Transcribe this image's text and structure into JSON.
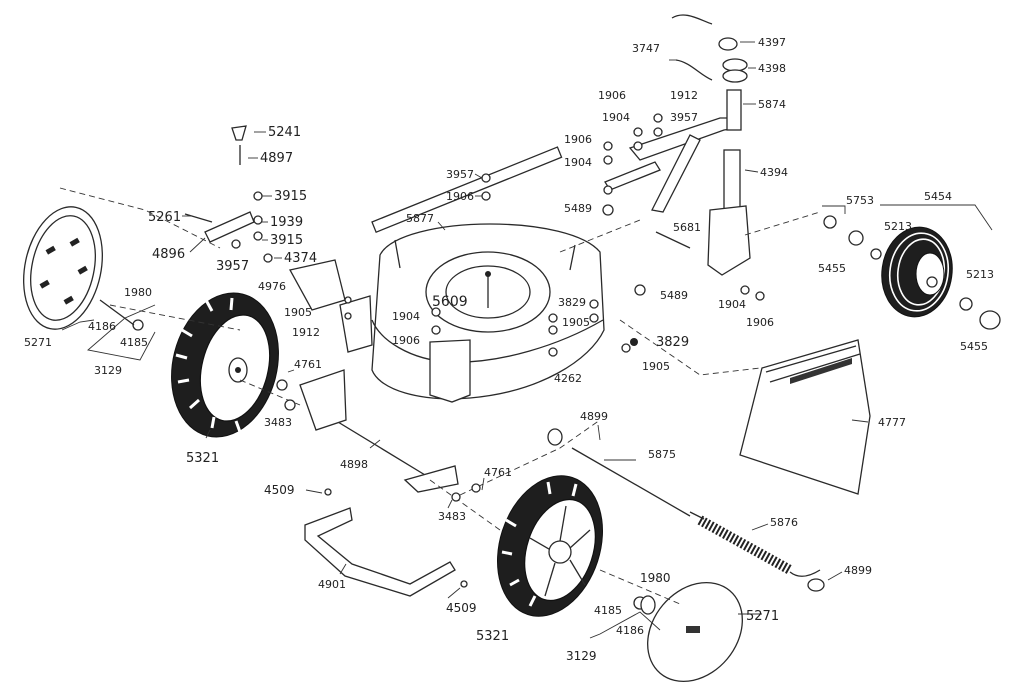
{
  "diagram": {
    "labels": {
      "l4397": "4397",
      "l3747": "3747",
      "l4398": "4398",
      "l5874": "5874",
      "l1906a": "1906",
      "l1912a": "1912",
      "l1904a": "1904",
      "l3957a": "3957",
      "l1906b": "1906",
      "l1904b": "1904",
      "l4394": "4394",
      "l5489a": "5489",
      "l5681": "5681",
      "l5489b": "5489",
      "l1904c": "1904",
      "l1906c": "1906",
      "l5241": "5241",
      "l4897": "4897",
      "l3915a": "3915",
      "l5261": "5261",
      "l1939": "1939",
      "l3915b": "3915",
      "l4896": "4896",
      "l3957b": "3957",
      "l4374": "4374",
      "l3957c": "3957",
      "l1906d": "1906",
      "l5877": "5877",
      "l5609": "5609",
      "l4976": "4976",
      "l1905a": "1905",
      "l1912b": "1912",
      "l1904d": "1904",
      "l1906e": "1906",
      "l3829a": "3829",
      "l1905b": "1905",
      "l3829b": "3829",
      "l4262": "4262",
      "l1905c": "1905",
      "l1980a": "1980",
      "l4186a": "4186",
      "l4185a": "4185",
      "l5271a": "5271",
      "l3129a": "3129",
      "l4761a": "4761",
      "l3483a": "3483",
      "l5321a": "5321",
      "l4898": "4898",
      "l4899a": "4899",
      "l5875": "5875",
      "l4761b": "4761",
      "l4509a": "4509",
      "l3483b": "3483",
      "l4901": "4901",
      "l4509b": "4509",
      "l5321b": "5321",
      "l5876": "5876",
      "l4899b": "4899",
      "l1980b": "1980",
      "l4185b": "4185",
      "l4186b": "4186",
      "l3129b": "3129",
      "l5271b": "5271",
      "l4777": "4777",
      "l5753": "5753",
      "l5454": "5454",
      "l5213a": "5213",
      "l5455a": "5455",
      "l5213b": "5213",
      "l5455b": "5455"
    }
  }
}
